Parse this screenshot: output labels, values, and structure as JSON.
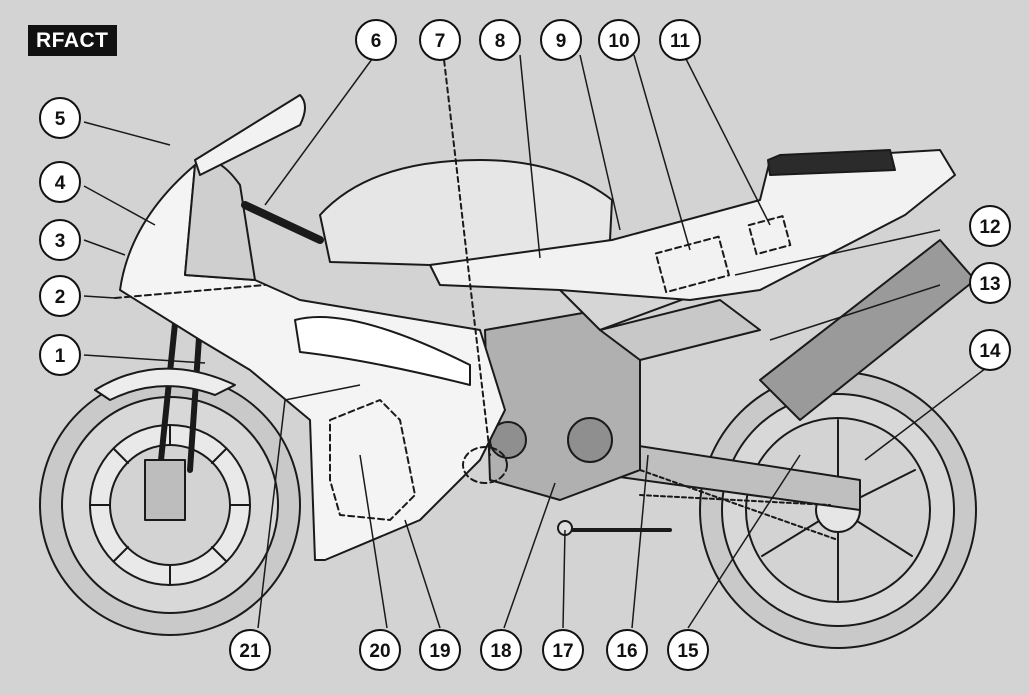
{
  "header": {
    "tag": "RFACT"
  },
  "callouts": [
    "1",
    "2",
    "3",
    "4",
    "5",
    "6",
    "7",
    "8",
    "9",
    "10",
    "11",
    "12",
    "13",
    "14",
    "15",
    "16",
    "17",
    "18",
    "19",
    "20",
    "21"
  ],
  "colors": {
    "background": "#d3d3d3",
    "line": "#1a1a1a",
    "body": "#f2f2f2",
    "tag": "#111111"
  }
}
